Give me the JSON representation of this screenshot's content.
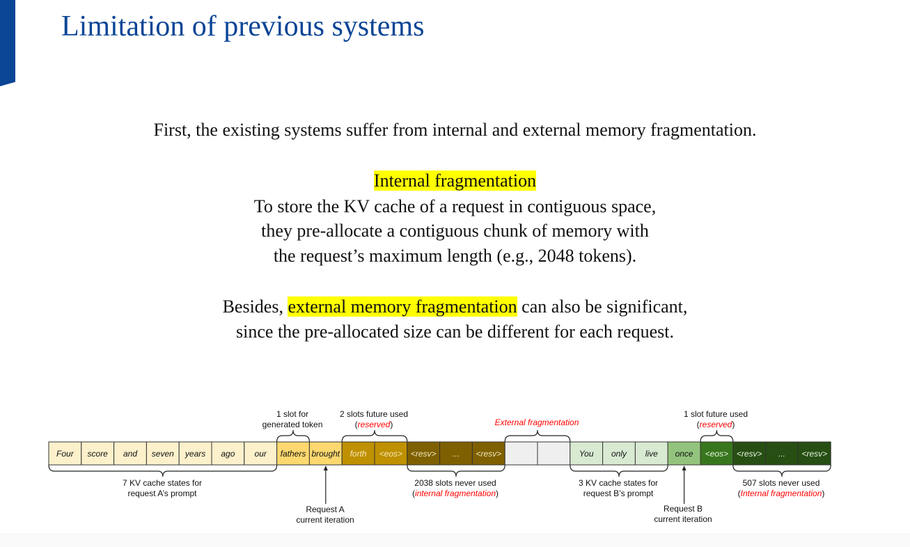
{
  "slide": {
    "title": "Limitation of previous systems",
    "intro": "First, the existing systems suffer from internal and external memory fragmentation.",
    "internal_heading": "Internal fragmentation",
    "internal_lines": [
      "To store the KV cache of a request in contiguous space,",
      "they pre-allocate a contiguous chunk of memory with",
      "the request’s maximum length (e.g., 2048 tokens)."
    ],
    "external_prefix": "Besides, ",
    "external_highlight": "external memory fragmentation",
    "external_suffix": " can also be significant,",
    "external_line2": "since the pre-allocated size can be different for each request.",
    "accent_color": "#0a4596",
    "highlight_color": "#ffff00"
  },
  "diagram": {
    "cells": [
      {
        "label": "Four",
        "fill": "#fdf1cc",
        "text": "#111"
      },
      {
        "label": "score",
        "fill": "#fdf1cc",
        "text": "#111"
      },
      {
        "label": "and",
        "fill": "#fdf1cc",
        "text": "#111"
      },
      {
        "label": "seven",
        "fill": "#fdf1cc",
        "text": "#111"
      },
      {
        "label": "years",
        "fill": "#fdf1cc",
        "text": "#111"
      },
      {
        "label": "ago",
        "fill": "#fdf1cc",
        "text": "#111"
      },
      {
        "label": "our",
        "fill": "#fdf1cc",
        "text": "#111"
      },
      {
        "label": "fathers",
        "fill": "#fcd86f",
        "text": "#111"
      },
      {
        "label": "brought",
        "fill": "#fcd86f",
        "text": "#111"
      },
      {
        "label": "forth",
        "fill": "#bf9000",
        "text": "#f6e8b8"
      },
      {
        "label": "<eos>",
        "fill": "#bf9000",
        "text": "#f6e8b8"
      },
      {
        "label": "<resv>",
        "fill": "#7f6000",
        "text": "#f3e6c0"
      },
      {
        "label": "...",
        "fill": "#7f6000",
        "text": "#f3e6c0"
      },
      {
        "label": "<resv>",
        "fill": "#7f6000",
        "text": "#f3e6c0"
      },
      {
        "label": "",
        "fill": "#efefef",
        "text": "#111"
      },
      {
        "label": "",
        "fill": "#efefef",
        "text": "#111"
      },
      {
        "label": "You",
        "fill": "#d9ead3",
        "text": "#111"
      },
      {
        "label": "only",
        "fill": "#d9ead3",
        "text": "#111"
      },
      {
        "label": "live",
        "fill": "#d9ead3",
        "text": "#111"
      },
      {
        "label": "once",
        "fill": "#93c47d",
        "text": "#111"
      },
      {
        "label": "<eos>",
        "fill": "#38761d",
        "text": "#e6f2df"
      },
      {
        "label": "<resv>",
        "fill": "#274e13",
        "text": "#e6f2df"
      },
      {
        "label": "...",
        "fill": "#274e13",
        "text": "#e6f2df"
      },
      {
        "label": "<resv>",
        "fill": "#274e13",
        "text": "#e6f2df"
      }
    ],
    "gen_slot": [
      "1 slot for",
      "generated token"
    ],
    "a_reserved": {
      "line1": "2 slots future used",
      "open": "(",
      "red": "reserved",
      "close": ")"
    },
    "external": "External fragmentation",
    "b_reserved": {
      "line1": "1 slot future used",
      "open": "(",
      "red": "reserved",
      "close": ")"
    },
    "a_prompt": [
      "7 KV cache states for",
      "request A’s prompt"
    ],
    "a_unused": {
      "line1": "2038 slots never used",
      "open": "(",
      "red": "internal fragmentation",
      "close": ")"
    },
    "b_prompt": [
      "3 KV cache states for",
      "request B’s prompt"
    ],
    "b_unused": {
      "line1": "507 slots never used",
      "open": "(",
      "red": "Internal fragmentation",
      "close": ")"
    },
    "a_iter": [
      "Request A",
      "current iteration"
    ],
    "b_iter": [
      "Request B",
      "current iteration"
    ]
  }
}
